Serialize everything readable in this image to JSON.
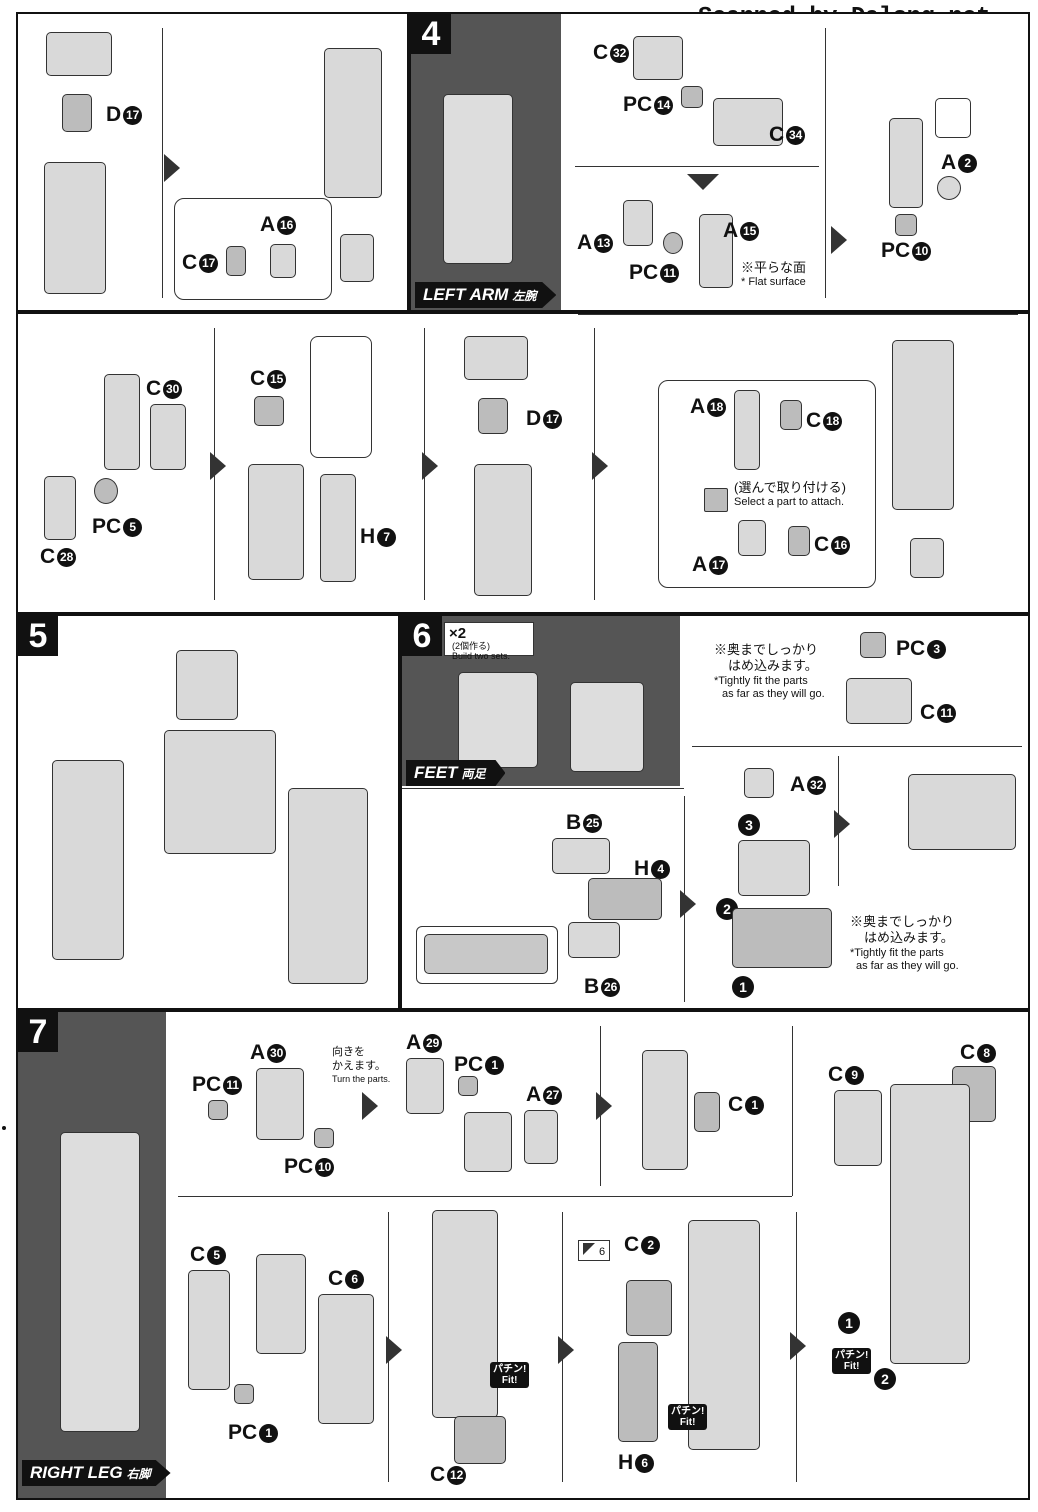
{
  "credit": "Scanned by Dalong.net",
  "steps": {
    "s4": {
      "num": "4",
      "banner": "LEFT ARM",
      "banner_jp": "左腕"
    },
    "s5": {
      "num": "5"
    },
    "s6": {
      "num": "6",
      "banner": "FEET",
      "banner_jp": "両足",
      "multiplier": "×2",
      "build_note_jp": "(2個作る)",
      "build_note_en": "Build two sets."
    },
    "s7": {
      "num": "7",
      "banner": "RIGHT LEG",
      "banner_jp": "右脚"
    }
  },
  "labels": {
    "d17a": "D",
    "d17a_n": "17",
    "a16": "A",
    "a16_n": "16",
    "c17": "C",
    "c17_n": "17",
    "c32": "C",
    "c32_n": "32",
    "pc14": "PC",
    "pc14_n": "14",
    "c34": "C",
    "c34_n": "34",
    "a2": "A",
    "a2_n": "2",
    "pc10a": "PC",
    "pc10a_n": "10",
    "a13": "A",
    "a13_n": "13",
    "a15": "A",
    "a15_n": "15",
    "pc11a": "PC",
    "pc11a_n": "11",
    "c30": "C",
    "c30_n": "30",
    "pc5": "PC",
    "pc5_n": "5",
    "c28": "C",
    "c28_n": "28",
    "c15": "C",
    "c15_n": "15",
    "h7": "H",
    "h7_n": "7",
    "d17b": "D",
    "d17b_n": "17",
    "a18": "A",
    "a18_n": "18",
    "c18": "C",
    "c18_n": "18",
    "a17": "A",
    "a17_n": "17",
    "c16": "C",
    "c16_n": "16",
    "pc3": "PC",
    "pc3_n": "3",
    "c11": "C",
    "c11_n": "11",
    "b25": "B",
    "b25_n": "25",
    "h4": "H",
    "h4_n": "4",
    "b26": "B",
    "b26_n": "26",
    "a32": "A",
    "a32_n": "32",
    "a30": "A",
    "a30_n": "30",
    "pc11b": "PC",
    "pc11b_n": "11",
    "pc10b": "PC",
    "pc10b_n": "10",
    "a29": "A",
    "a29_n": "29",
    "pc1a": "PC",
    "pc1a_n": "1",
    "a27": "A",
    "a27_n": "27",
    "c1": "C",
    "c1_n": "1",
    "c8": "C",
    "c8_n": "8",
    "c9": "C",
    "c9_n": "9",
    "c5": "C",
    "c5_n": "5",
    "c6": "C",
    "c6_n": "6",
    "pc1b": "PC",
    "pc1b_n": "1",
    "c12": "C",
    "c12_n": "12",
    "c2": "C",
    "c2_n": "2",
    "h6": "H",
    "h6_n": "6"
  },
  "notes": {
    "flat_jp": "※平らな面",
    "flat_en": "* Flat surface",
    "select_jp": "(選んで取り付ける)",
    "select_en": "Select a part to attach.",
    "tight1_jp1": "※奥までしっかり",
    "tight1_jp2": "はめ込みます。",
    "tight1_en1": "*Tightly fit the parts",
    "tight1_en2": "as far as they will go.",
    "tight2_jp1": "※奥までしっかり",
    "tight2_jp2": "はめ込みます。",
    "tight2_en1": "*Tightly fit the parts",
    "tight2_en2": "as far as they will go.",
    "turn_jp1": "向きを",
    "turn_jp2": "かえます。",
    "turn_en": "Turn the parts.",
    "fit1_jp": "パチン!",
    "fit1_en": "Fit!",
    "fit2_jp": "パチン!",
    "fit2_en": "Fit!",
    "fit3_jp": "パチン!",
    "fit3_en": "Fit!",
    "sticker_num": "6"
  },
  "order_markers": {
    "s6_1": "1",
    "s6_2": "2",
    "s6_3": "3",
    "s7_1": "1",
    "s7_2": "2"
  }
}
